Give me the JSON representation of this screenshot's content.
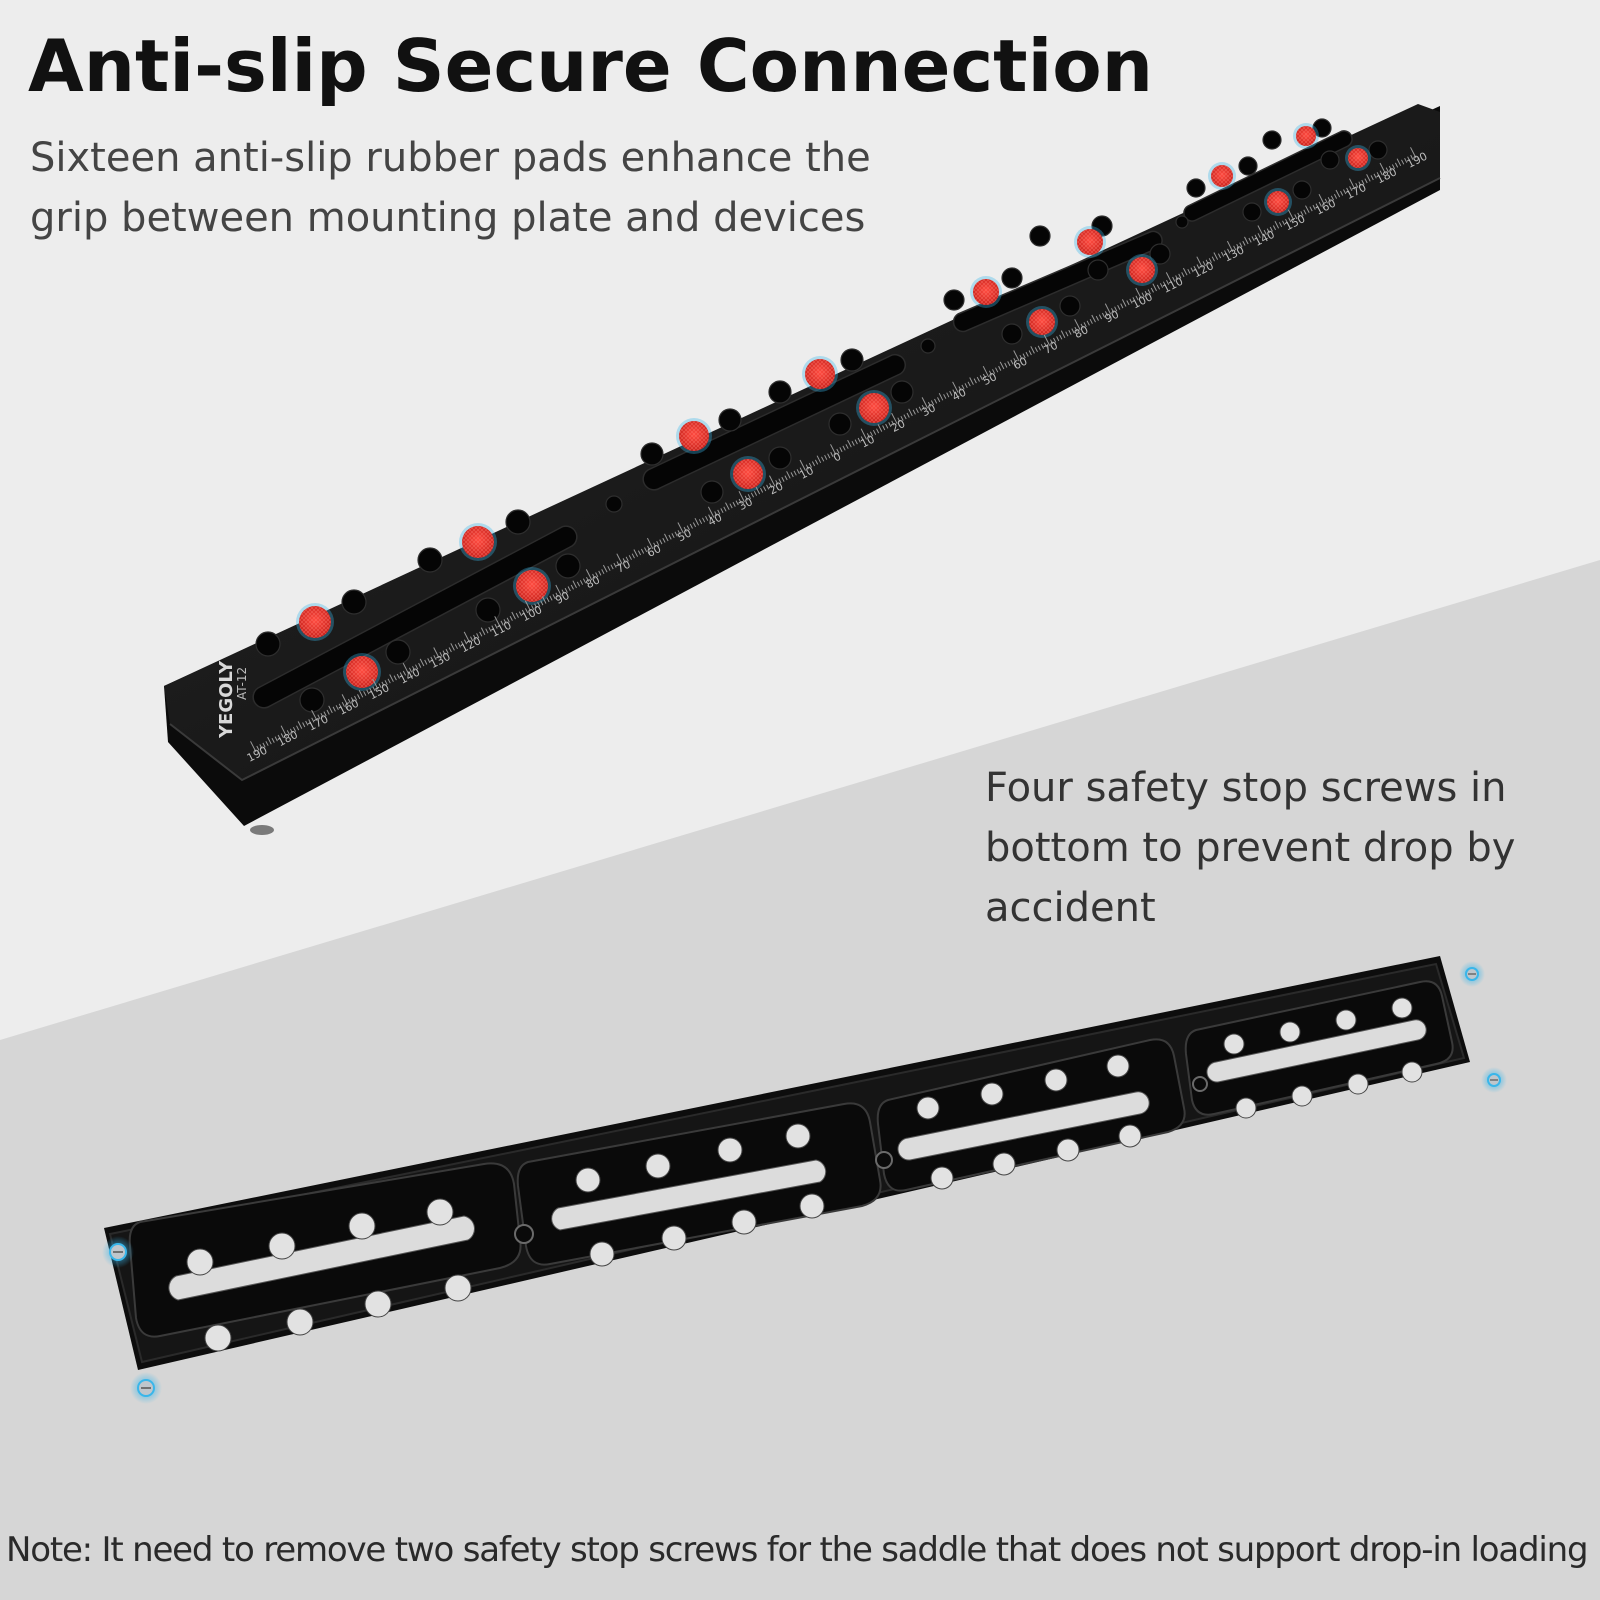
{
  "headline": "Anti-slip Secure Connection",
  "subtext": "Sixteen anti-slip rubber pads enhance the grip between mounting plate and devices",
  "callout": "Four safety stop screws in bottom to prevent drop by accident",
  "note": "Note: It need to remove two safety stop screws for the saddle that does not support drop-in loading",
  "top_plate": {
    "brand": "YEGOLY",
    "model": "AT-12",
    "ruler_labels_left": [
      "190",
      "180",
      "170",
      "160",
      "150",
      "140",
      "130",
      "120",
      "110",
      "100",
      "90",
      "80",
      "70",
      "60",
      "50",
      "40",
      "30",
      "20",
      "10"
    ],
    "ruler_labels_right": [
      "0",
      "10",
      "20",
      "30",
      "40",
      "50",
      "60",
      "70",
      "80",
      "90",
      "100",
      "110",
      "120",
      "130",
      "140",
      "150",
      "160",
      "170",
      "180",
      "190"
    ],
    "rubber_pad_count": 16
  },
  "bottom_plate": {
    "safety_screw_count": 4
  },
  "colors": {
    "background_top": "#ededed",
    "background_bottom": "#d6d6d6",
    "plate": "#141414",
    "rubber_pad": "#e8302a",
    "screw_glow": "#39b6ea"
  }
}
